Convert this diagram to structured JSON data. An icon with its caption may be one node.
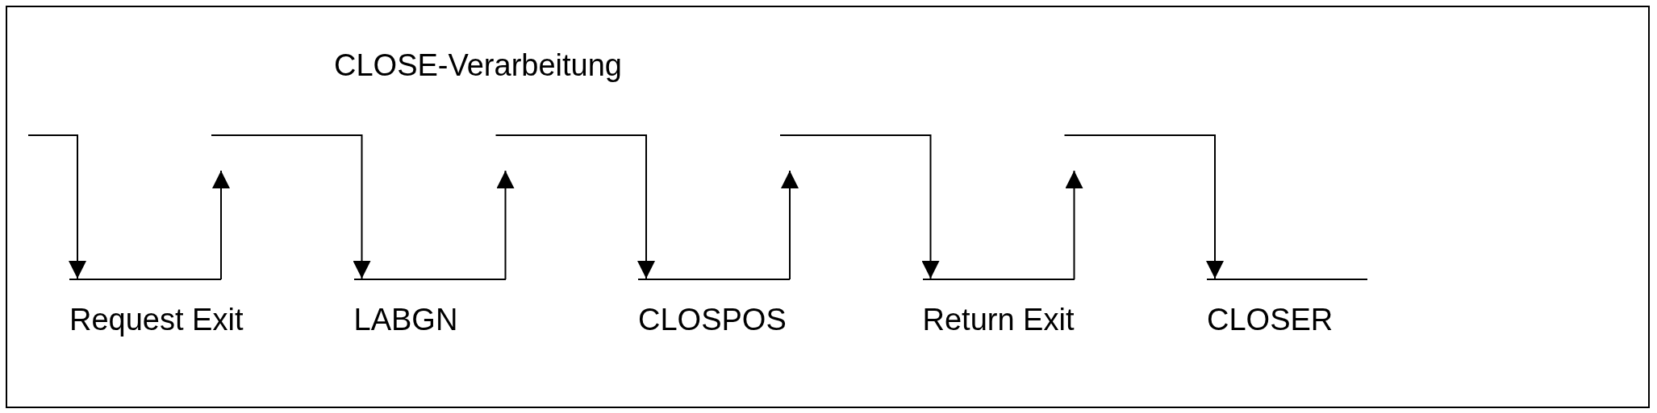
{
  "diagram": {
    "title": "CLOSE-Verarbeitung",
    "nodes": [
      {
        "text": [
          "Request Exit"
        ]
      },
      {
        "text": [
          "LABGN"
        ]
      },
      {
        "text": [
          "CLOSPOS"
        ]
      },
      {
        "text": [
          "Return Exit"
        ]
      },
      {
        "text": [
          "CLOSER"
        ]
      }
    ],
    "edges": [
      {
        "from": null,
        "to": 0,
        "arrow": "to"
      },
      {
        "from": 0,
        "to": null,
        "arrow": "to"
      },
      {
        "from": null,
        "to": 1,
        "arrow": "to"
      },
      {
        "from": 1,
        "to": null,
        "arrow": "to"
      },
      {
        "from": null,
        "to": 2,
        "arrow": "to"
      },
      {
        "from": 2,
        "to": null,
        "arrow": "to"
      },
      {
        "from": null,
        "to": 3,
        "arrow": "to"
      },
      {
        "from": 3,
        "to": null,
        "arrow": "to"
      },
      {
        "from": null,
        "to": 4,
        "arrow": "to"
      }
    ]
  }
}
